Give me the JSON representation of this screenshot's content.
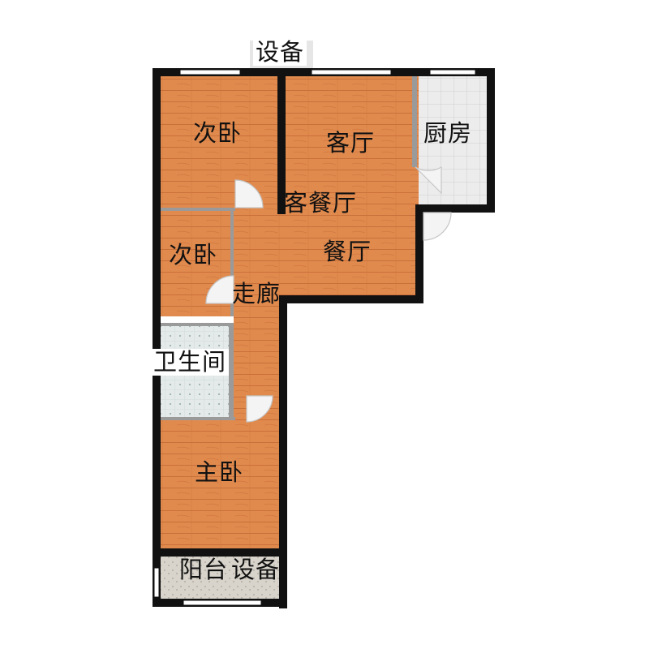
{
  "floorplan": {
    "labels": {
      "top_equipment": "设备",
      "bedroom_second_top": "次卧",
      "living_room": "客厅",
      "kitchen": "厨房",
      "living_dining": "客餐厅",
      "bedroom_second_mid": "次卧",
      "dining_room": "餐厅",
      "corridor": "走廊",
      "bathroom": "卫生间",
      "master_bedroom": "主卧",
      "balcony": "阳台",
      "bottom_equipment": "设备"
    },
    "colors": {
      "wood_floor": "#e08a4e",
      "wood_grain": "#c9703a",
      "wall": "#111111",
      "inner_wall": "#9a9a9a",
      "kitchen_tile": "#ececec",
      "bath_tile": "#e3eae9",
      "balcony_tile": "#d8d4cc",
      "window": "#ffffff"
    }
  }
}
